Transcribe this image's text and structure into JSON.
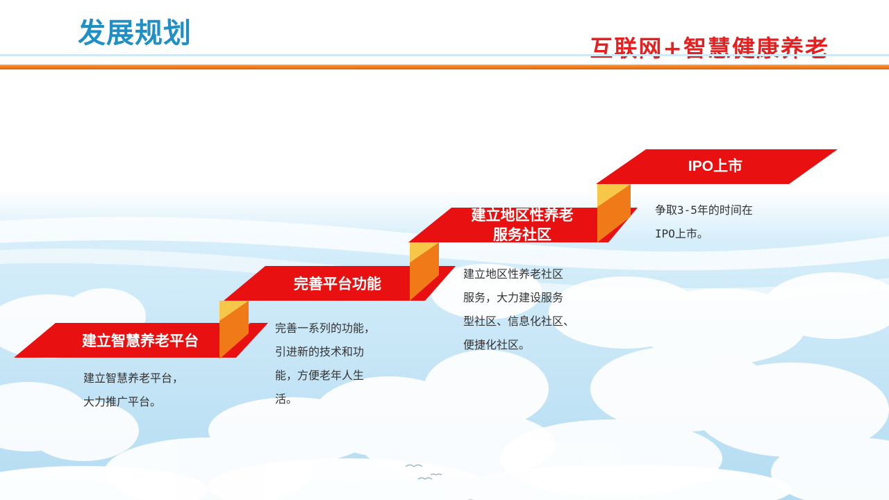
{
  "header": {
    "title": "发展规划",
    "subtitle": "互联网+智慧健康养老"
  },
  "colors": {
    "accent_red": "#e81010",
    "accent_orange": "#f07a17",
    "fold_yellow": "#f7c74a",
    "title_blue": "#1f8fc5",
    "sky_blue": "#bfe2f5"
  },
  "steps": [
    {
      "label": "建立智慧养老平台",
      "desc_lines": [
        "建立智慧养老平台，",
        "大力推广平台。"
      ]
    },
    {
      "label": "完善平台功能",
      "desc_lines": [
        "完善一系列的功能，",
        "引进新的技术和功",
        "能，方便老年人生",
        "活。"
      ]
    },
    {
      "label_lines": [
        "建立地区性养老",
        "服务社区"
      ],
      "desc_lines": [
        "建立地区性养老社区",
        "服务，大力建设服务",
        "型社区、信息化社区、",
        "便捷化社区。"
      ]
    },
    {
      "label": "IPO上市",
      "desc_lines": [
        "争取3-5年的时间在",
        "IPO上市。"
      ]
    }
  ]
}
